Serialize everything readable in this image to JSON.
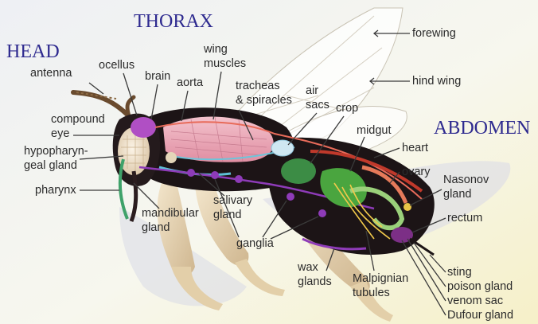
{
  "sections": {
    "head": "HEAD",
    "thorax": "THORAX",
    "abdomen": "ABDOMEN"
  },
  "labels": {
    "antenna": "antenna",
    "ocellus": "ocellus",
    "brain": "brain",
    "aorta": "aorta",
    "wing_muscles_1": "wing",
    "wing_muscles_2": "muscles",
    "tracheas_1": "tracheas",
    "tracheas_2": "& spiracles",
    "air_sacs_1": "air",
    "air_sacs_2": "sacs",
    "crop": "crop",
    "forewing": "forewing",
    "hind_wing": "hind wing",
    "compound_eye_1": "compound",
    "compound_eye_2": "eye",
    "hypopharyngeal_1": "hypopharyn-",
    "hypopharyngeal_2": "geal gland",
    "pharynx": "pharynx",
    "mandibular_1": "mandibular",
    "mandibular_2": "gland",
    "salivary_1": "salivary",
    "salivary_2": "gland",
    "ganglia": "ganglia",
    "midgut": "midgut",
    "heart": "heart",
    "ovary": "ovary",
    "nasonov_1": "Nasonov",
    "nasonov_2": "gland",
    "rectum": "rectum",
    "wax_1": "wax",
    "wax_2": "glands",
    "malpighian_1": "Malpignian",
    "malpighian_2": "tubules",
    "sting": "sting",
    "poison_gland": "poison gland",
    "venom_sac": "venom sac",
    "dufour_gland": "Dufour gland"
  },
  "colors": {
    "section_text": "#2e2a8f",
    "label_text": "#2b2b2b",
    "body": "#1c1416",
    "eye": "#f1e3cc",
    "brain": "#b04fc4",
    "muscle": "#e6a7b6",
    "nerve_cord": "#8e3bb8",
    "midgut": "#4aa53f",
    "leg": "#ead8b6",
    "wing": "#ffffff"
  }
}
